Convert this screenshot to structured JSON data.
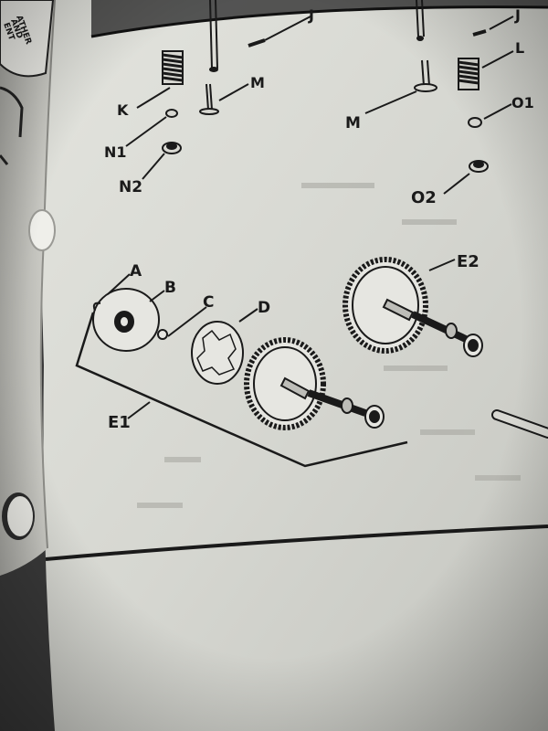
{
  "labels": {
    "J_left": "J",
    "J_right": "J",
    "K": "K",
    "L": "L",
    "M_left": "M",
    "M_right": "M",
    "N1": "N1",
    "N2": "N2",
    "O1": "O1",
    "O2": "O2",
    "A": "A",
    "B": "B",
    "C": "C",
    "D": "D",
    "E1": "E1",
    "E2": "E2"
  },
  "corner_text": {
    "line1": "ATHER",
    "line2": "AND",
    "line3": "ENT"
  },
  "colors": {
    "page": "#d9dad4",
    "ink": "#1a1a1a",
    "background": "#3a3a3a",
    "left_page": "#c9c9c3"
  }
}
